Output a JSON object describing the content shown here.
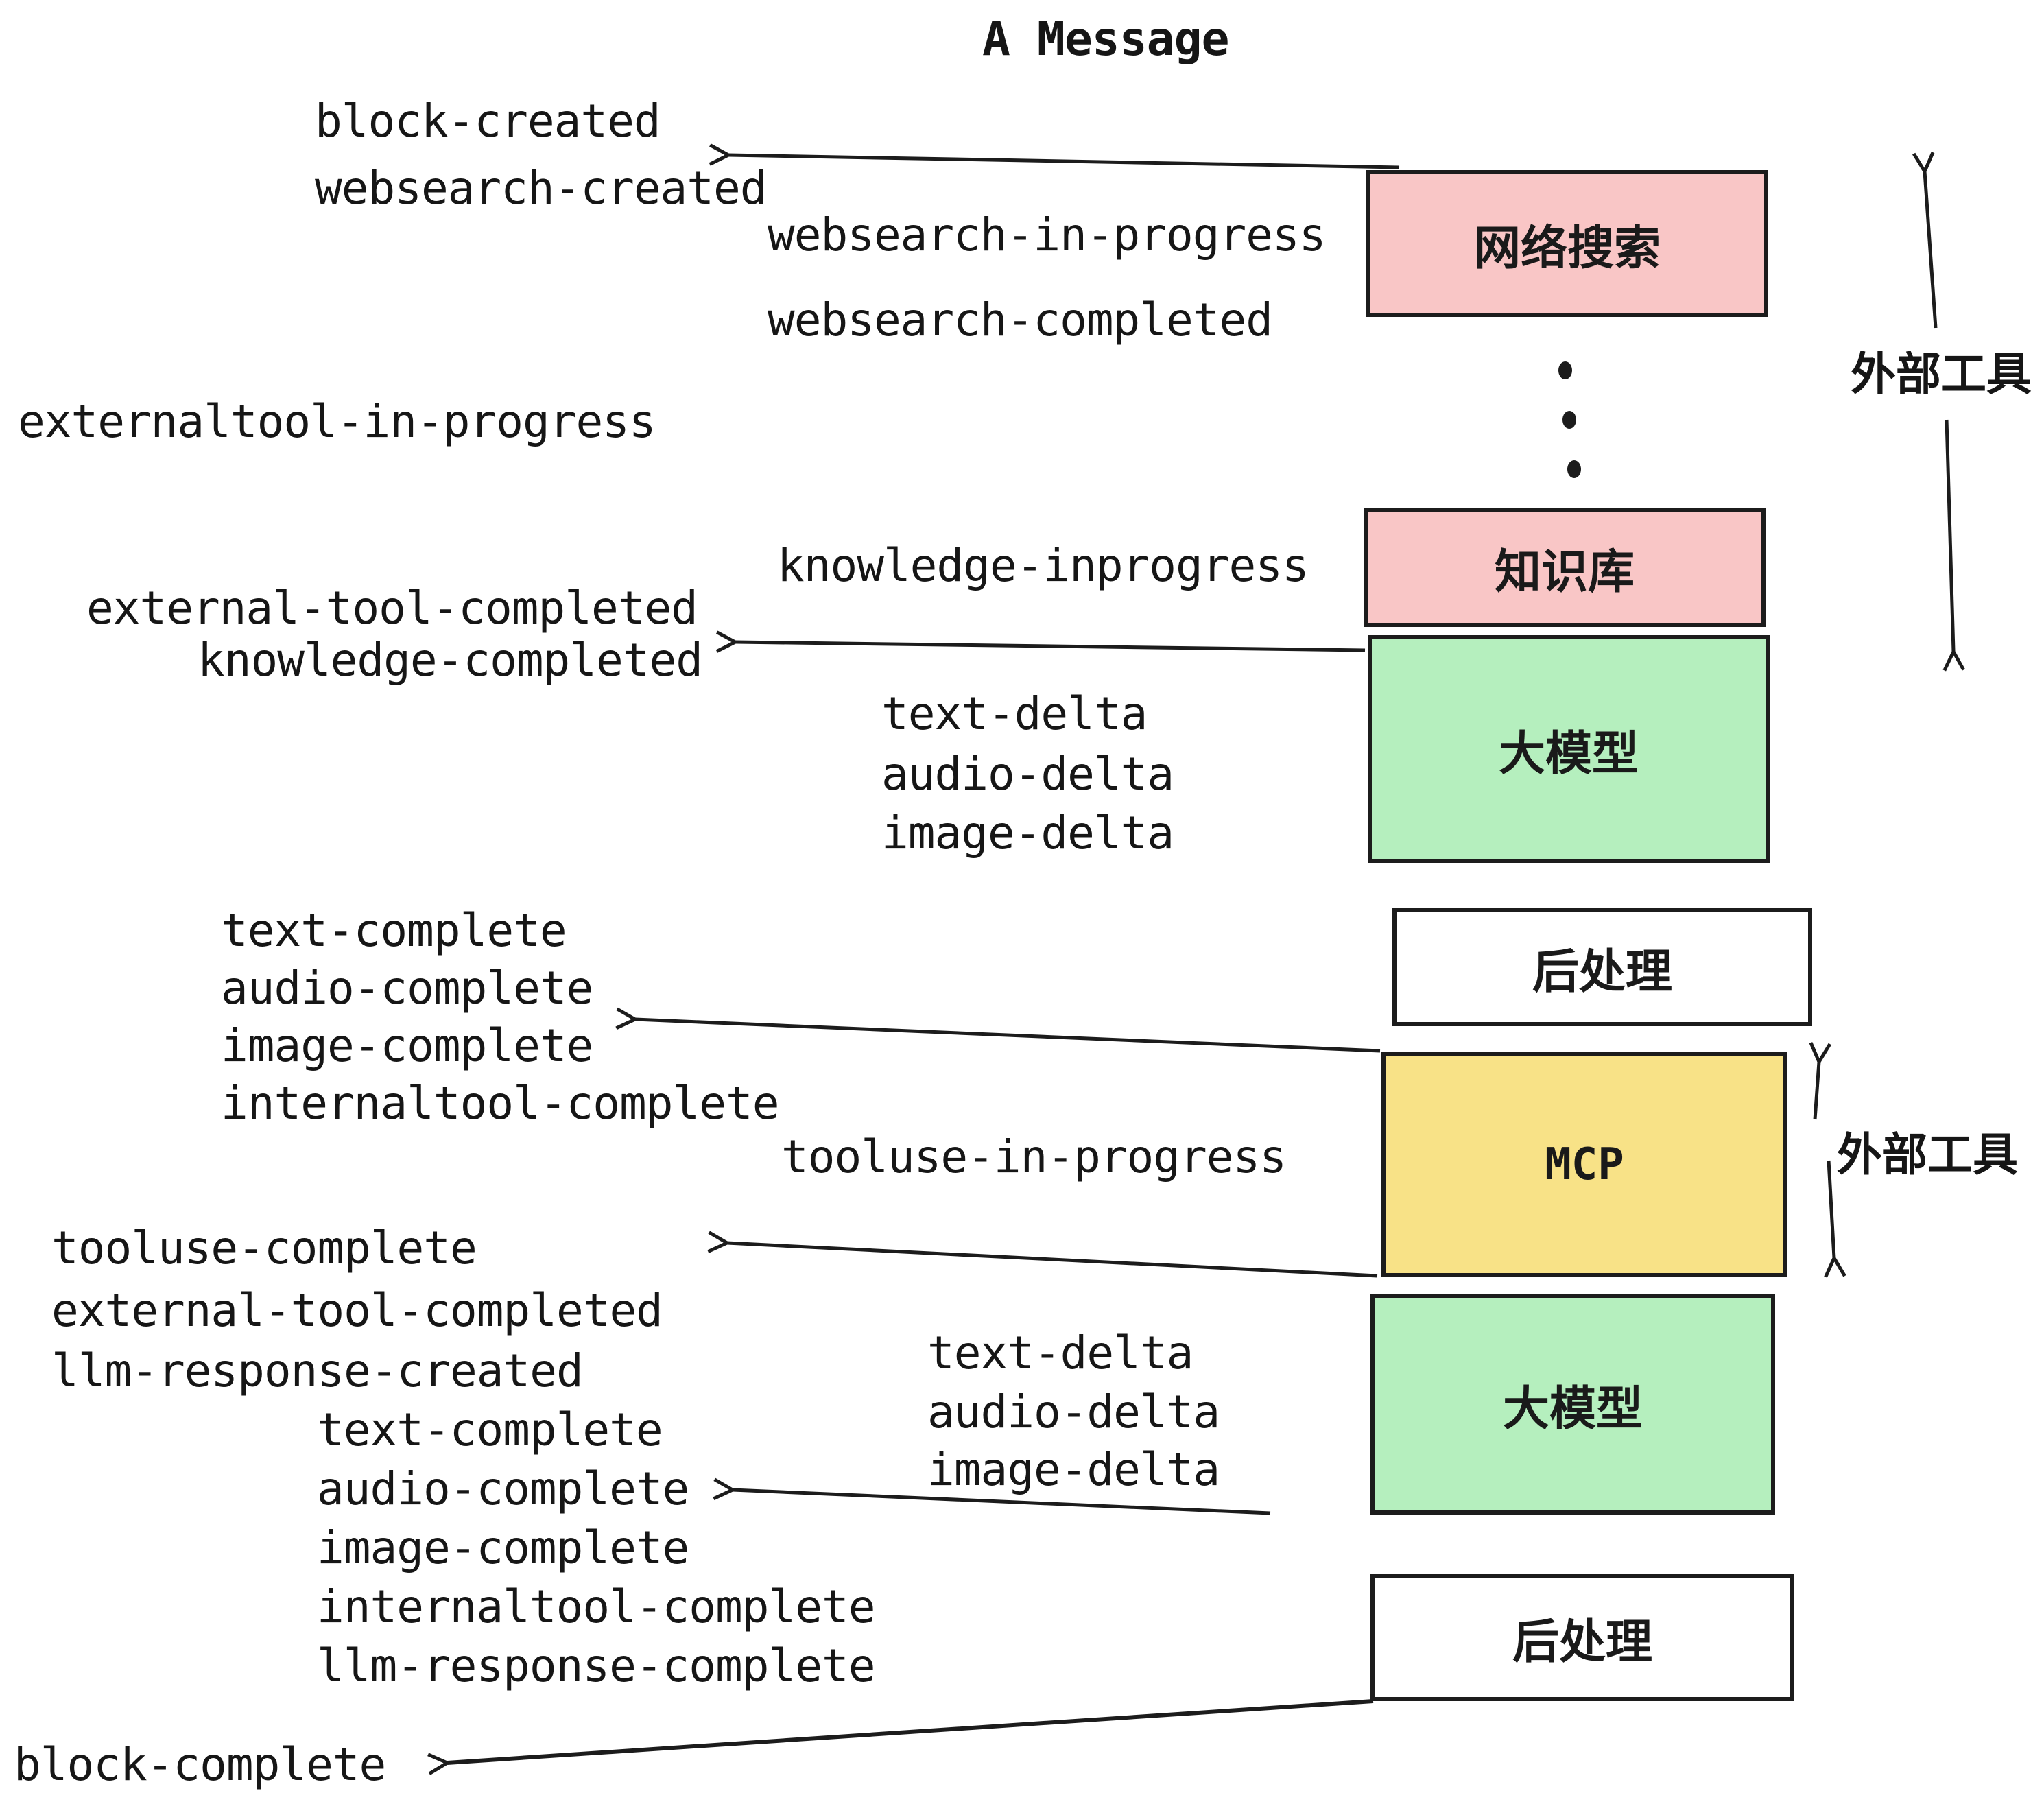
{
  "title": "A Message",
  "colors": {
    "pink": "#f9c6c6",
    "green": "#b5efbe",
    "yellow": "#f8e287",
    "white": "#ffffff",
    "stroke": "#1c1c1c"
  },
  "boxes": {
    "websearch": {
      "label": "网络搜索"
    },
    "knowledge": {
      "label": "知识库"
    },
    "llm1": {
      "label": "大模型"
    },
    "post1": {
      "label": "后处理"
    },
    "mcp": {
      "label": "MCP"
    },
    "llm2": {
      "label": "大模型"
    },
    "post2": {
      "label": "后处理"
    }
  },
  "side_labels": {
    "external_tools_top": "外部工具",
    "external_tools_bottom": "外部工具"
  },
  "events": {
    "block_created": "block-created",
    "websearch_created": "websearch-created",
    "websearch_in_progress": "websearch-in-progress",
    "websearch_completed": "websearch-completed",
    "externaltool_in_progress": "externaltool-in-progress",
    "external_tool_completed_1": "external-tool-completed",
    "knowledge_inprogress": "knowledge-inprogress",
    "knowledge_completed": "knowledge-completed",
    "text_delta_1": "text-delta",
    "audio_delta_1": "audio-delta",
    "image_delta_1": "image-delta",
    "text_complete_1": "text-complete",
    "audio_complete_1": "audio-complete",
    "image_complete_1": "image-complete",
    "internaltool_complete_1": "internaltool-complete",
    "tooluse_in_progress": "tooluse-in-progress",
    "tooluse_complete": "tooluse-complete",
    "external_tool_completed_2": "external-tool-completed",
    "llm_response_created": "llm-response-created",
    "text_delta_2": "text-delta",
    "audio_delta_2": "audio-delta",
    "image_delta_2": "image-delta",
    "text_complete_2": "text-complete",
    "audio_complete_2": "audio-complete",
    "image_complete_2": "image-complete",
    "internaltool_complete_2": "internaltool-complete",
    "llm_response_complete": "llm-response-complete",
    "block_complete": "block-complete"
  }
}
